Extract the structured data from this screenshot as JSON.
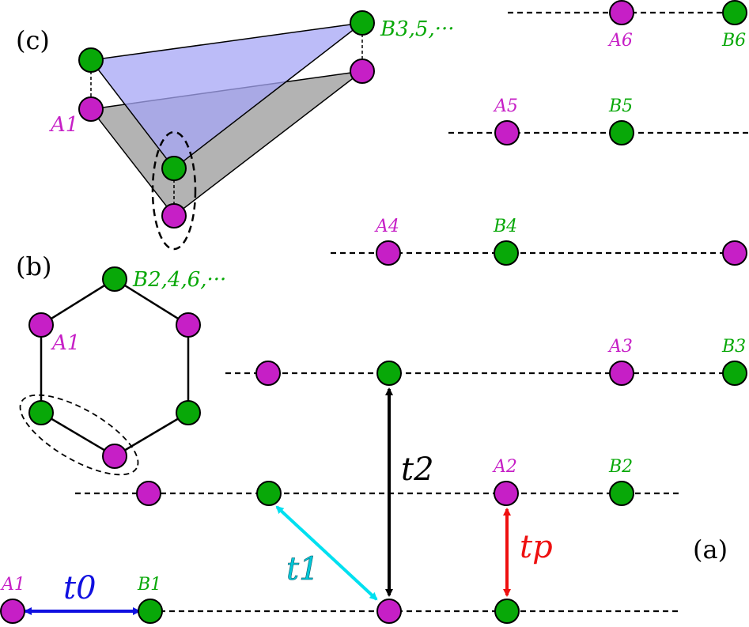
{
  "panels": {
    "a": "(a)",
    "b": "(b)",
    "c": "(c)"
  },
  "colors": {
    "site_a": "#c61fc6",
    "site_b": "#08a808",
    "t0": "#1010e0",
    "t1": "#00e0f0",
    "t2": "#000000",
    "tp": "#ee1010",
    "plane_blue": "#a6a6f5",
    "plane_gray": "#9a9a9a"
  },
  "labels": {
    "A1": "A1",
    "B1": "B1",
    "A2": "A2",
    "B2": "B2",
    "A3": "A3",
    "B3": "B3",
    "A4": "A4",
    "B4": "B4",
    "A5": "A5",
    "B5": "B5",
    "A6": "A6",
    "B6": "B6"
  },
  "hex_labels": {
    "A1": "A1",
    "B_even": "B2,4,6,···"
  },
  "prism_labels": {
    "A1": "A1",
    "B_odd": "B3,5,···"
  },
  "hoppings": {
    "t0": "t0",
    "t1": "t1",
    "t2": "t2",
    "tp": "tp"
  }
}
